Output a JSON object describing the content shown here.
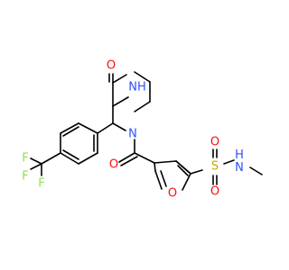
{
  "molecule": {
    "atoms": {
      "nh_ring": "NH",
      "n_ring": "N",
      "o_ketone": "O",
      "o_amide": "O",
      "o_furan": "O",
      "s_sulfonyl": "S",
      "o_sulfonyl_top": "O",
      "o_sulfonyl_bottom": "O",
      "nh_sulfonamide": "H\nN",
      "f1": "F",
      "f2": "F",
      "f3": "F"
    }
  },
  "colors": {
    "carbon_bond": "#000000",
    "oxygen": "#ff0d0d",
    "nitrogen": "#3050f8",
    "sulfur": "#c6a800",
    "fluorine": "#90e050"
  }
}
